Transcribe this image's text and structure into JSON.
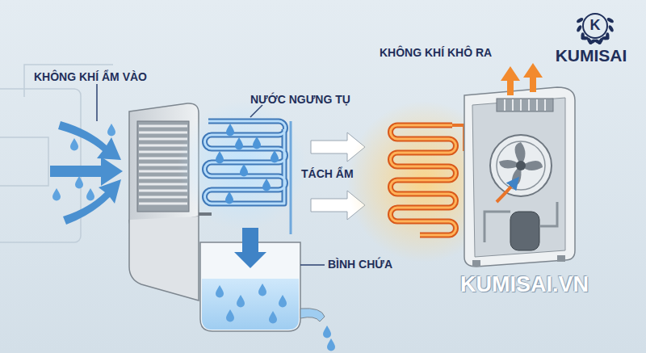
{
  "diagram": {
    "nodes": [
      {
        "text": [
          "K",
          "KUMISAI"
        ]
      }
    ],
    "labels": [
      "KHÔNG KHÍ ẨM VÀO",
      "NƯỚC NGƯNG TỤ",
      "TÁCH ẨM",
      "BÌNH CHỨA",
      "KHÔNG KHÍ KHÔ RA",
      "KUMISAI.VN"
    ]
  }
}
